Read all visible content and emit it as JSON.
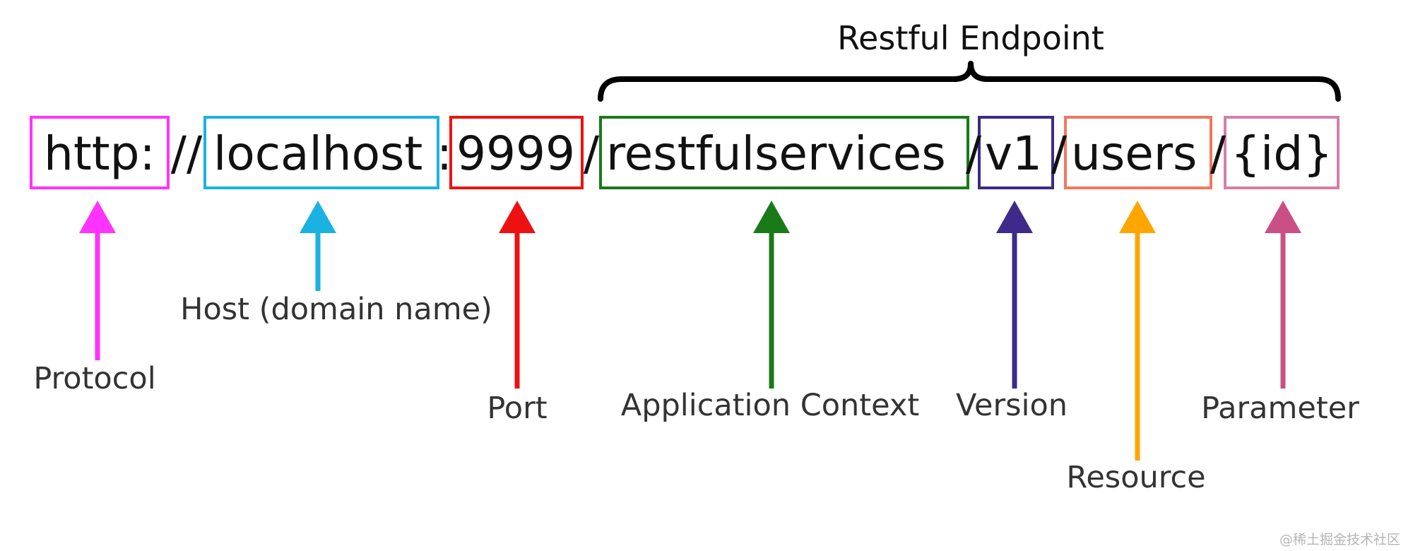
{
  "title": "Restful Endpoint",
  "url": {
    "protocol": "http:",
    "sep_protocol": "//",
    "host": "localhost",
    "sep_port": ":",
    "port": "9999",
    "sep_context": "/",
    "context": "restfulservices",
    "sep_version": "/",
    "version": "v1",
    "sep_resource": "/",
    "resource": "users",
    "sep_parameter": "/",
    "parameter": "{id}"
  },
  "labels": {
    "protocol": "Protocol",
    "host": "Host (domain name)",
    "port": "Port",
    "context": "Application Context",
    "version": "Version",
    "resource": "Resource",
    "parameter": "Parameter"
  },
  "colors": {
    "protocol": "#ff33ff",
    "host": "#1ab2e0",
    "port": "#ee1111",
    "context": "#1a7a1a",
    "version": "#3d2a8a",
    "resource": "#ffa500",
    "parameter": "#c94f84",
    "resource_box": "#f07860",
    "parameter_box": "#d67fa8"
  },
  "watermark": "@稀土掘金技术社区"
}
